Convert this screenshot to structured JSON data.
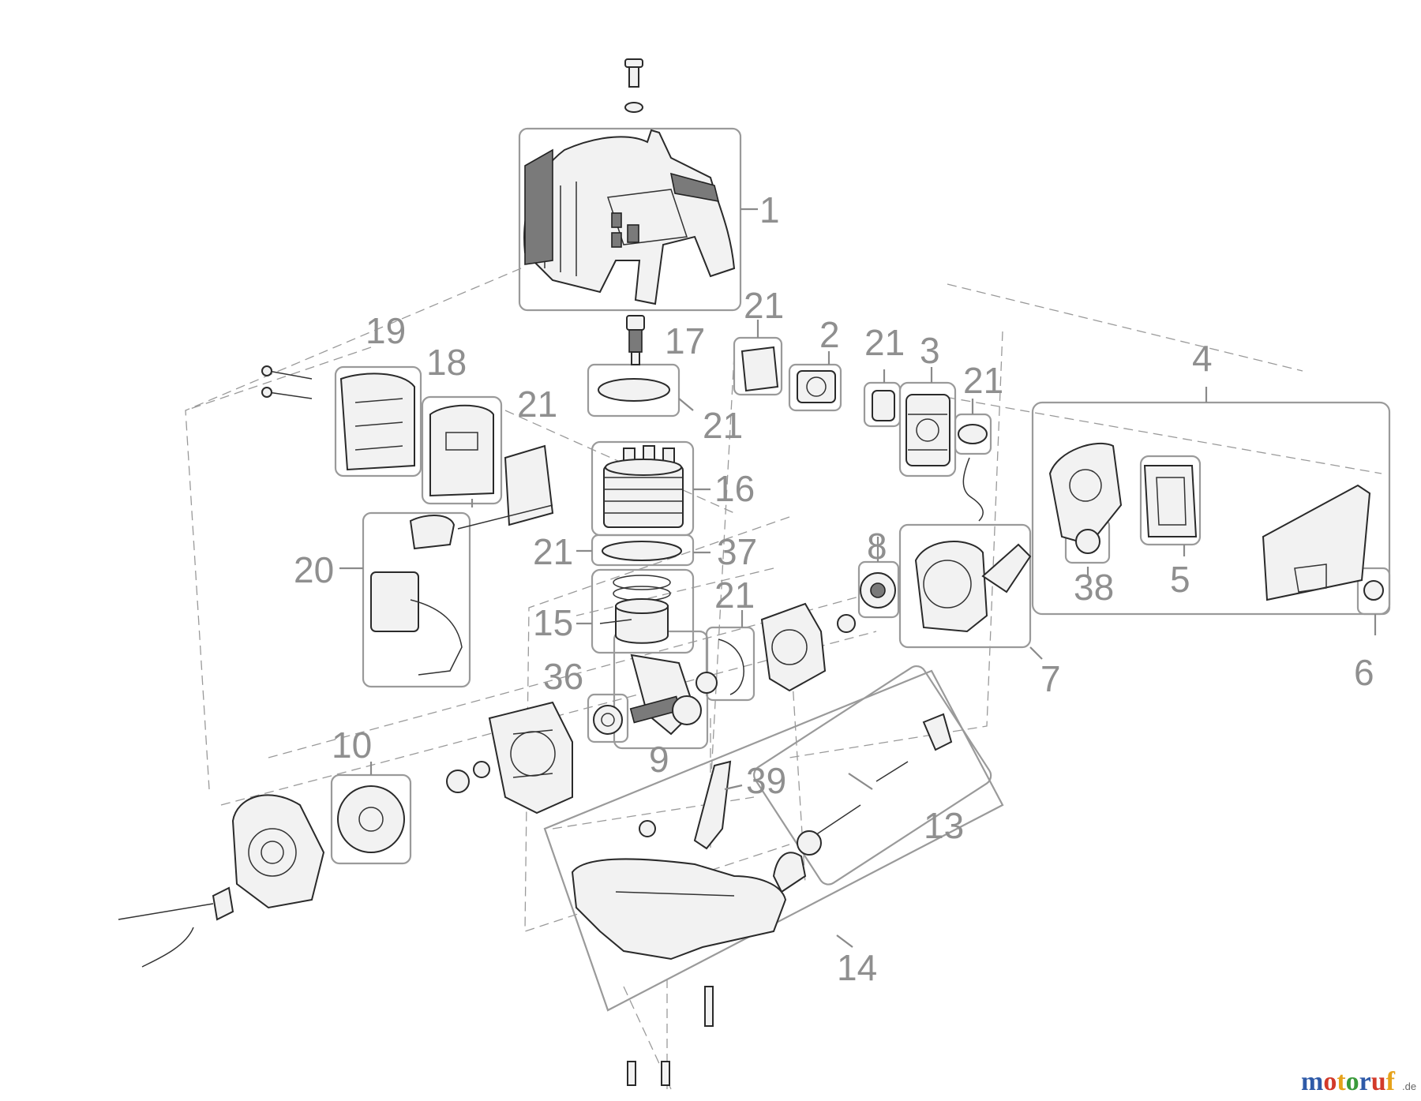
{
  "labels": {
    "p1": "1",
    "p2": "2",
    "p3": "3",
    "p4": "4",
    "p5": "5",
    "p6": "6",
    "p7": "7",
    "p8": "8",
    "p9": "9",
    "p10": "10",
    "p13": "13",
    "p14": "14",
    "p15": "15",
    "p16": "16",
    "p17": "17",
    "p18": "18",
    "p19": "19",
    "p20": "20",
    "p21a": "21",
    "p21b": "21",
    "p21c": "21",
    "p21d": "21",
    "p21e": "21",
    "p21f": "21",
    "p21g": "21",
    "p36": "36",
    "p37": "37",
    "p38": "38",
    "p39": "39"
  },
  "watermark": {
    "brand": "motoruf",
    "tld": ".de"
  },
  "colors": {
    "label": "#8f8f8f",
    "box": "#9a9a9a",
    "line": "#2a2a2a",
    "wm_m": "#2e5aa8",
    "wm_o1": "#d23a2a",
    "wm_t": "#e6a21a",
    "wm_o2": "#3a9a3a",
    "wm_r": "#2e5aa8",
    "wm_u": "#d23a2a",
    "wm_f": "#e6a21a"
  }
}
